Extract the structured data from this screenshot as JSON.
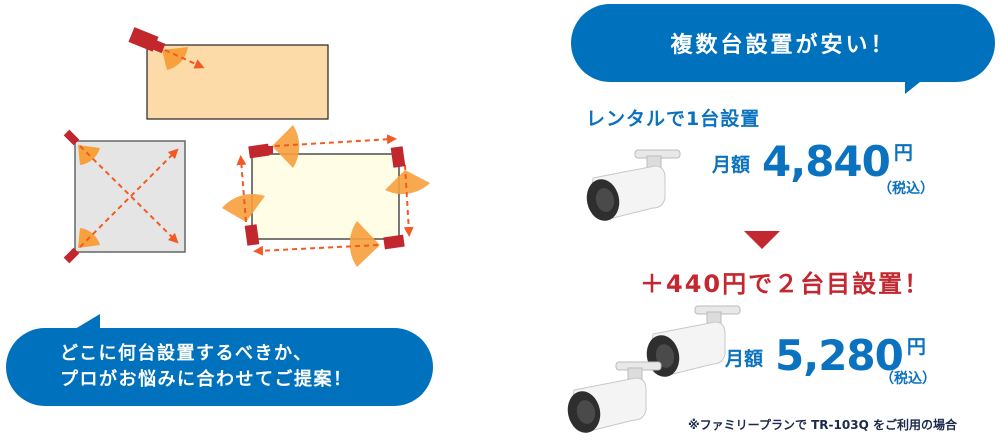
{
  "top_bubble": {
    "text": "複数台設置が安い！",
    "color": "#0071bc"
  },
  "single": {
    "heading": "レンタルで1台設置",
    "label": "月額",
    "price": "4,840",
    "unit": "円",
    "tax_note": "（税込）"
  },
  "arrow": {
    "icon": "down-triangle-icon",
    "color": "#c3272f"
  },
  "double": {
    "heading": "＋440円で２台目設置！",
    "label": "月額",
    "price": "5,280",
    "unit": "円",
    "tax_note": "（税込）"
  },
  "bottom_bubble": {
    "line1": "どこに何台設置するべきか、",
    "line2": "プロがお悩みに合わせてご提案！",
    "color": "#0071bc"
  },
  "footnote": "※ファミリープランで TR-103Q をご利用の場合",
  "diagram": {
    "rooms": [
      {
        "name": "room-one-camera",
        "fill": "#fddba8",
        "cameras": 1
      },
      {
        "name": "room-two-cameras-cross",
        "fill": "#e5e5e5",
        "cameras": 2
      },
      {
        "name": "room-four-cameras-perimeter",
        "fill": "#fffde6",
        "cameras": 4
      }
    ],
    "colors": {
      "camera": "#c1272d",
      "fov": "#f7a03c",
      "arrow": "#f15a24"
    }
  }
}
